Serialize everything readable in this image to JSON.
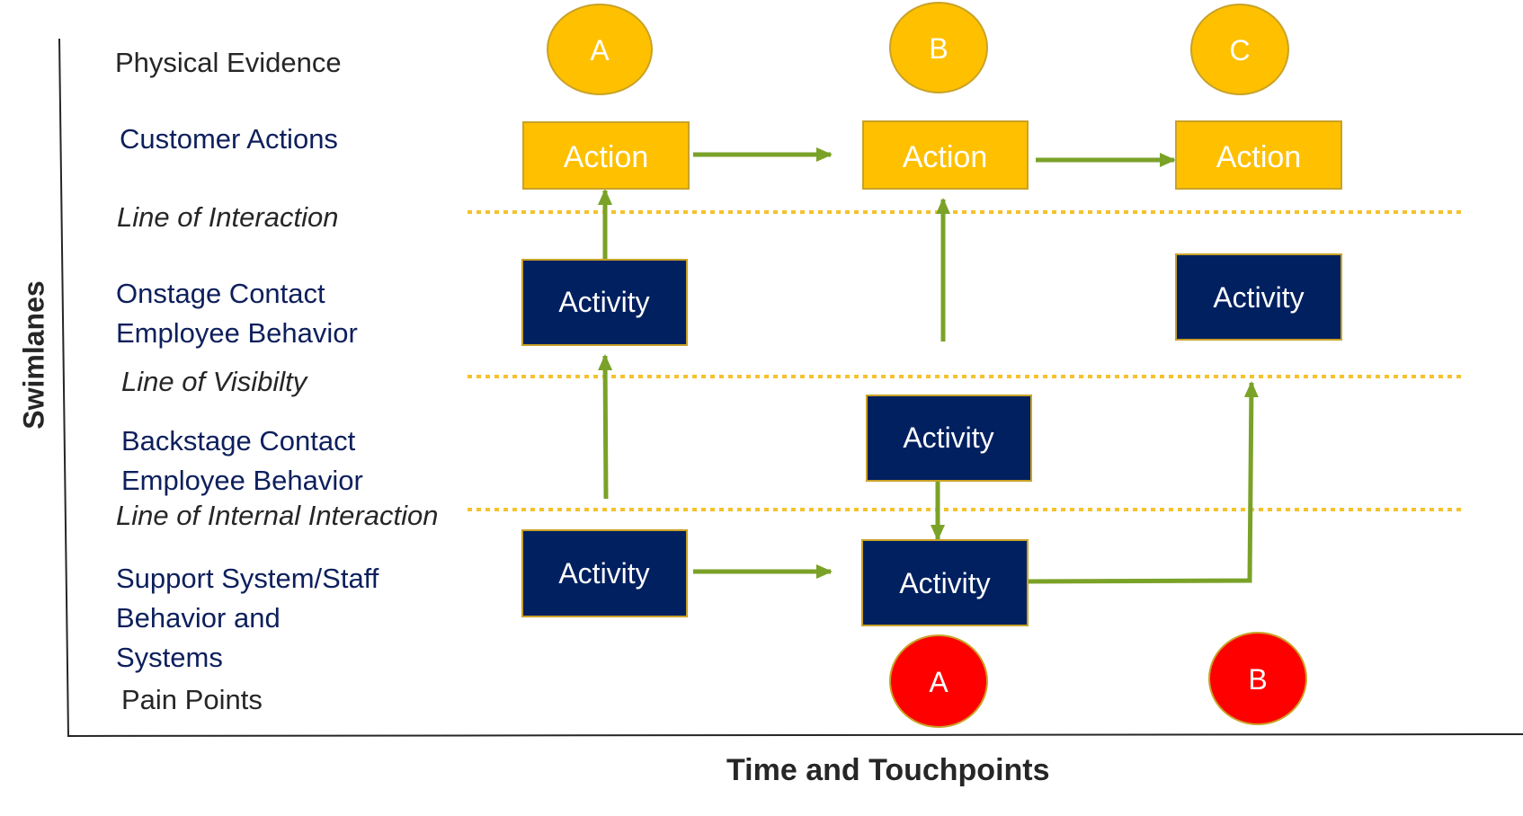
{
  "axes": {
    "y_label": "Swimlanes",
    "x_label": "Time and Touchpoints"
  },
  "lanes": {
    "physical_evidence": "Physical Evidence",
    "customer_actions": "Customer Actions",
    "line_of_interaction": "Line of Interaction",
    "onstage_1": "Onstage Contact",
    "onstage_2": "Employee Behavior",
    "line_of_visibility": "Line of Visibilty",
    "backstage_1": "Backstage Contact",
    "backstage_2": "Employee Behavior",
    "line_of_internal_interaction": "Line of Internal Interaction",
    "support_1": "Support System/Staff",
    "support_2": "Behavior and",
    "support_3": "Systems",
    "pain_points": "Pain Points"
  },
  "evidence": {
    "a": "A",
    "b": "B",
    "c": "C"
  },
  "actions": {
    "a1": "Action",
    "a2": "Action",
    "a3": "Action"
  },
  "onstage": {
    "o1": "Activity",
    "o3": "Activity"
  },
  "backstage": {
    "b2": "Activity"
  },
  "support": {
    "s1": "Activity",
    "s2": "Activity"
  },
  "pains": {
    "a": "A",
    "b": "B"
  },
  "colors": {
    "gold": "#ffc000",
    "navy": "#002060",
    "green": "#7aa228",
    "red": "#ff0000",
    "dotted": "#f5c22c"
  }
}
